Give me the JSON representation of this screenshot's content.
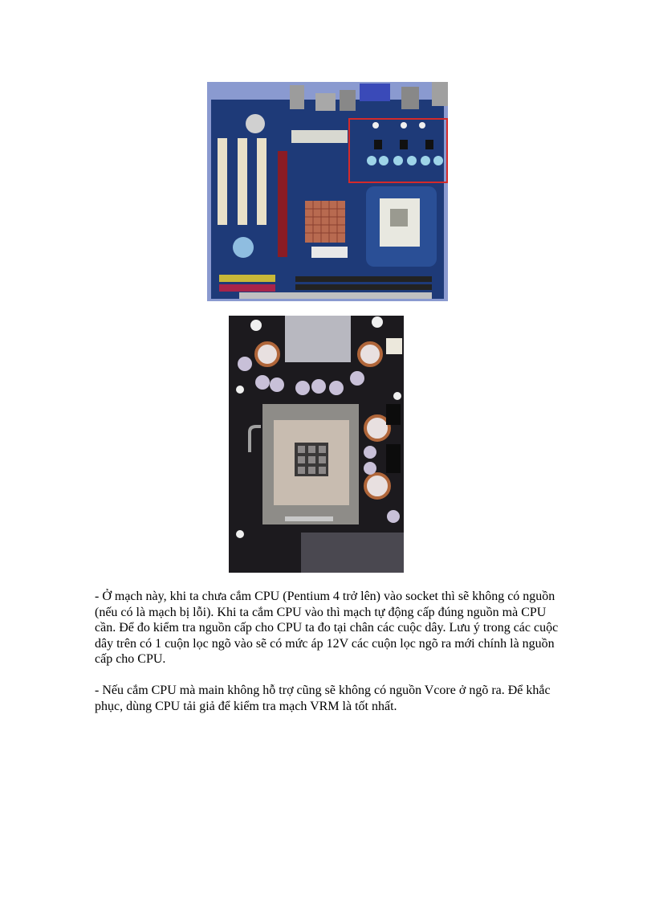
{
  "images": [
    {
      "name": "motherboard-overview-photo",
      "alt": "Motherboard with VRM area highlighted in red box",
      "highlight_color": "#d42a2a"
    },
    {
      "name": "cpu-socket-vrm-closeup-photo",
      "alt": "Close-up of LGA775 CPU socket with VRM inductor coils and capacitors"
    }
  ],
  "paragraphs": [
    {
      "text": "- Ở mạch này, khi ta chưa cắm CPU (Pentium 4 trở lên) vào socket thì sẽ không có nguồn (nếu có là mạch bị lỗi). Khi ta cắm CPU vào thì mạch tự động cấp đúng nguồn mà CPU cần. Để đo kiểm tra nguồn cấp cho CPU ta đo tại chân các cuộc dây. Lưu ý trong các cuộc dây trên có 1 cuộn lọc ngõ vào sẽ có mức áp 12V các cuộn lọc ngõ ra mới chính là nguồn cấp cho CPU."
    },
    {
      "text": "- Nếu cắm CPU mà main không hỗ trợ cũng sẽ không có nguồn Vcore ở ngõ ra. Để khắc phục, dùng CPU tải giả để kiểm tra mạch VRM là tốt nhất."
    }
  ]
}
